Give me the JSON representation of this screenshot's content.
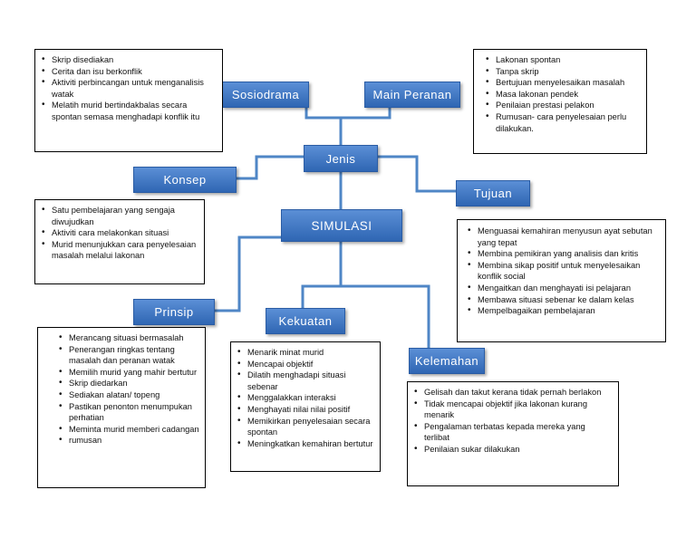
{
  "nodes": {
    "simulasi": "SIMULASI",
    "jenis": "Jenis",
    "sosiodrama": "Sosiodrama",
    "main_peranan": "Main Peranan",
    "konsep": "Konsep",
    "tujuan": "Tujuan",
    "prinsip": "Prinsip",
    "kekuatan": "Kekuatan",
    "kelemahan": "Kelemahan"
  },
  "boxes": {
    "sosiodrama": [
      "Skrip disediakan",
      "Cerita dan isu berkonflik",
      "Aktiviti perbincangan untuk menganalisis watak",
      "Melatih murid bertindakbalas secara spontan semasa menghadapi konflik itu"
    ],
    "main_peranan": [
      "Lakonan spontan",
      "Tanpa skrip",
      "Bertujuan menyelesaikan masalah",
      "Masa lakonan pendek",
      "Penilaian prestasi pelakon",
      "Rumusan- cara penyelesaian perlu dilakukan."
    ],
    "konsep": [
      "Satu pembelajaran yang sengaja diwujudkan",
      "Aktiviti cara melakonkan situasi",
      "Murid menunjukkan cara penyelesaian masalah melalui lakonan"
    ],
    "tujuan": [
      "Menguasai kemahiran menyusun ayat sebutan yang tepat",
      "Membina pemikiran yang analisis dan kritis",
      "Membina sikap positif untuk menyelesaikan konflik social",
      "Mengaitkan dan menghayati isi pelajaran",
      "Membawa situasi sebenar ke dalam kelas",
      "Mempelbagaikan pembelajaran"
    ],
    "prinsip": [
      "Merancang situasi bermasalah",
      "Penerangan ringkas tentang masalah dan peranan watak",
      "Memilih murid yang mahir bertutur",
      "Skrip diedarkan",
      "Sediakan alatan/ topeng",
      "Pastikan penonton menumpukan perhatian",
      "Meminta murid memberi cadangan",
      "rumusan"
    ],
    "kekuatan": [
      "Menarik minat murid",
      "Mencapai objektif",
      "Dilatih menghadapi situasi sebenar",
      "Menggalakkan interaksi",
      "Menghayati nilai nilai positif",
      "Memikirkan penyelesaian secara spontan",
      "Meningkatkan kemahiran bertutur"
    ],
    "kelemahan": [
      "Gelisah dan takut kerana tidak pernah berlakon",
      "Tidak mencapai objektif jika lakonan kurang menarik",
      "Pengalaman terbatas kepada mereka yang terlibat",
      "Penilaian sukar dilakukan"
    ]
  },
  "colors": {
    "node_fill_top": "#5b8fd6",
    "node_fill_bottom": "#2f66b3",
    "connector": "#4f86c6",
    "box_border": "#000000"
  }
}
